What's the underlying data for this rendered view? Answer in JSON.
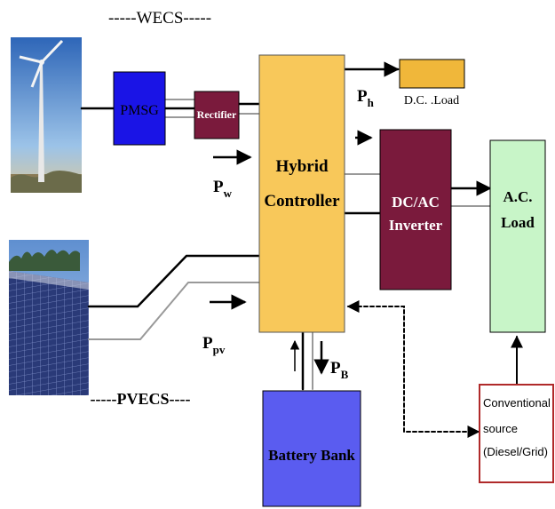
{
  "labels": {
    "wecs": "-----WECS-----",
    "pvecs": "-----PVECS----"
  },
  "blocks": {
    "pmsg": "PMSG",
    "rectifier": "Rectifier",
    "hybrid_line1": "Hybrid",
    "hybrid_line2": "Controller",
    "dc_load": "D.C. .Load",
    "inverter_line1": "DC/AC",
    "inverter_line2": "Inverter",
    "ac_load_line1": "A.C.",
    "ac_load_line2": "Load",
    "battery": "Battery Bank",
    "conv_line1": "Conventional",
    "conv_line2": "source",
    "conv_line3": "(Diesel/Grid)"
  },
  "power": {
    "h": {
      "main": "P",
      "sub": "h"
    },
    "w": {
      "main": "P",
      "sub": "w"
    },
    "pv": {
      "main": "P",
      "sub": "pv"
    },
    "b": {
      "main": "P",
      "sub": "B"
    }
  },
  "colors": {
    "pmsg": "#1a14e6",
    "rectifier": "#7a1a3c",
    "hybrid": "#f8c85a",
    "dc_load": "#f0b73a",
    "inverter": "#7a1a3c",
    "ac_load": "#c8f5c8",
    "battery": "#5a5cf0",
    "conv_border": "#b02a2a"
  },
  "icons": [
    "wind-turbine-photo",
    "solar-panel-photo"
  ]
}
